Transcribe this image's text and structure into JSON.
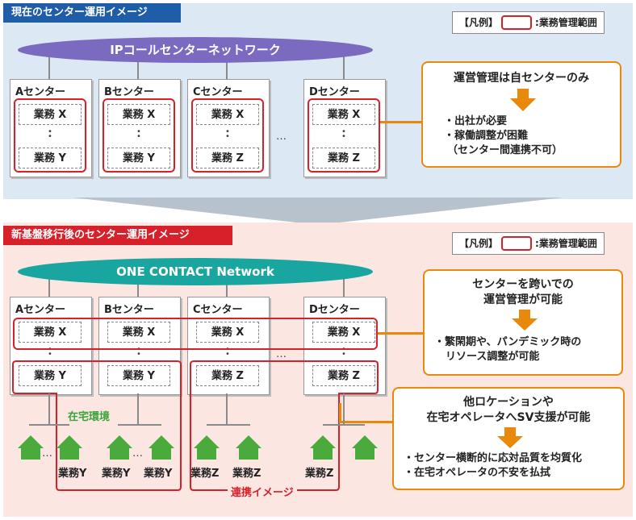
{
  "top": {
    "title": "現在のセンター運用イメージ",
    "legend": {
      "label": "【凡例】",
      "text": ":業務管理範囲"
    },
    "network": "IPコールセンターネットワーク",
    "centers": [
      {
        "name": "Aセンター",
        "tasks": [
          "業務 X",
          "業務 Y"
        ]
      },
      {
        "name": "Bセンター",
        "tasks": [
          "業務 X",
          "業務 Y"
        ]
      },
      {
        "name": "Cセンター",
        "tasks": [
          "業務 X",
          "業務 Z"
        ]
      },
      {
        "name": "Dセンター",
        "tasks": [
          "業務 X",
          "業務 Z"
        ]
      }
    ],
    "callout": {
      "head": "運営管理は自センターのみ",
      "items": [
        "・出社が必要",
        "・稼働調整が困難",
        "（センター間連携不可）"
      ]
    },
    "colors": {
      "panel": "#dde8f5",
      "header": "#1f5da8",
      "network": "#7b6bc0"
    }
  },
  "bottom": {
    "title": "新基盤移行後のセンター運用イメージ",
    "legend": {
      "label": "【凡例】",
      "text": ":業務管理範囲"
    },
    "network": "ONE CONTACT Network",
    "centers": [
      {
        "name": "Aセンター",
        "tasks": [
          "業務 X",
          "業務 Y"
        ]
      },
      {
        "name": "Bセンター",
        "tasks": [
          "業務 X",
          "業務 Y"
        ]
      },
      {
        "name": "Cセンター",
        "tasks": [
          "業務 X",
          "業務 Z"
        ]
      },
      {
        "name": "Dセンター",
        "tasks": [
          "業務 X",
          "業務 Z"
        ]
      }
    ],
    "callout1": {
      "head1": "センターを跨いでの",
      "head2": "運営管理が可能",
      "items": [
        "・繁閑期や、パンデミック時の",
        "リソース調整が可能"
      ]
    },
    "callout2": {
      "head1": "他ロケーションや",
      "head2": "在宅オペレータへSV支援が可能",
      "items": [
        "・センター横断的に応対品質を均質化",
        "・在宅オペレータの不安を払拭"
      ]
    },
    "home_label": "在宅環境",
    "link_label": "連携イメージ",
    "house_labels": [
      "業務Y",
      "業務Y",
      "業務Y",
      "業務Z",
      "業務Z",
      "業務Z"
    ],
    "colors": {
      "panel": "#fbe6e2",
      "header": "#d7202a",
      "network": "#1aa6a0",
      "house": "#4aab3c"
    }
  },
  "dots": "…"
}
